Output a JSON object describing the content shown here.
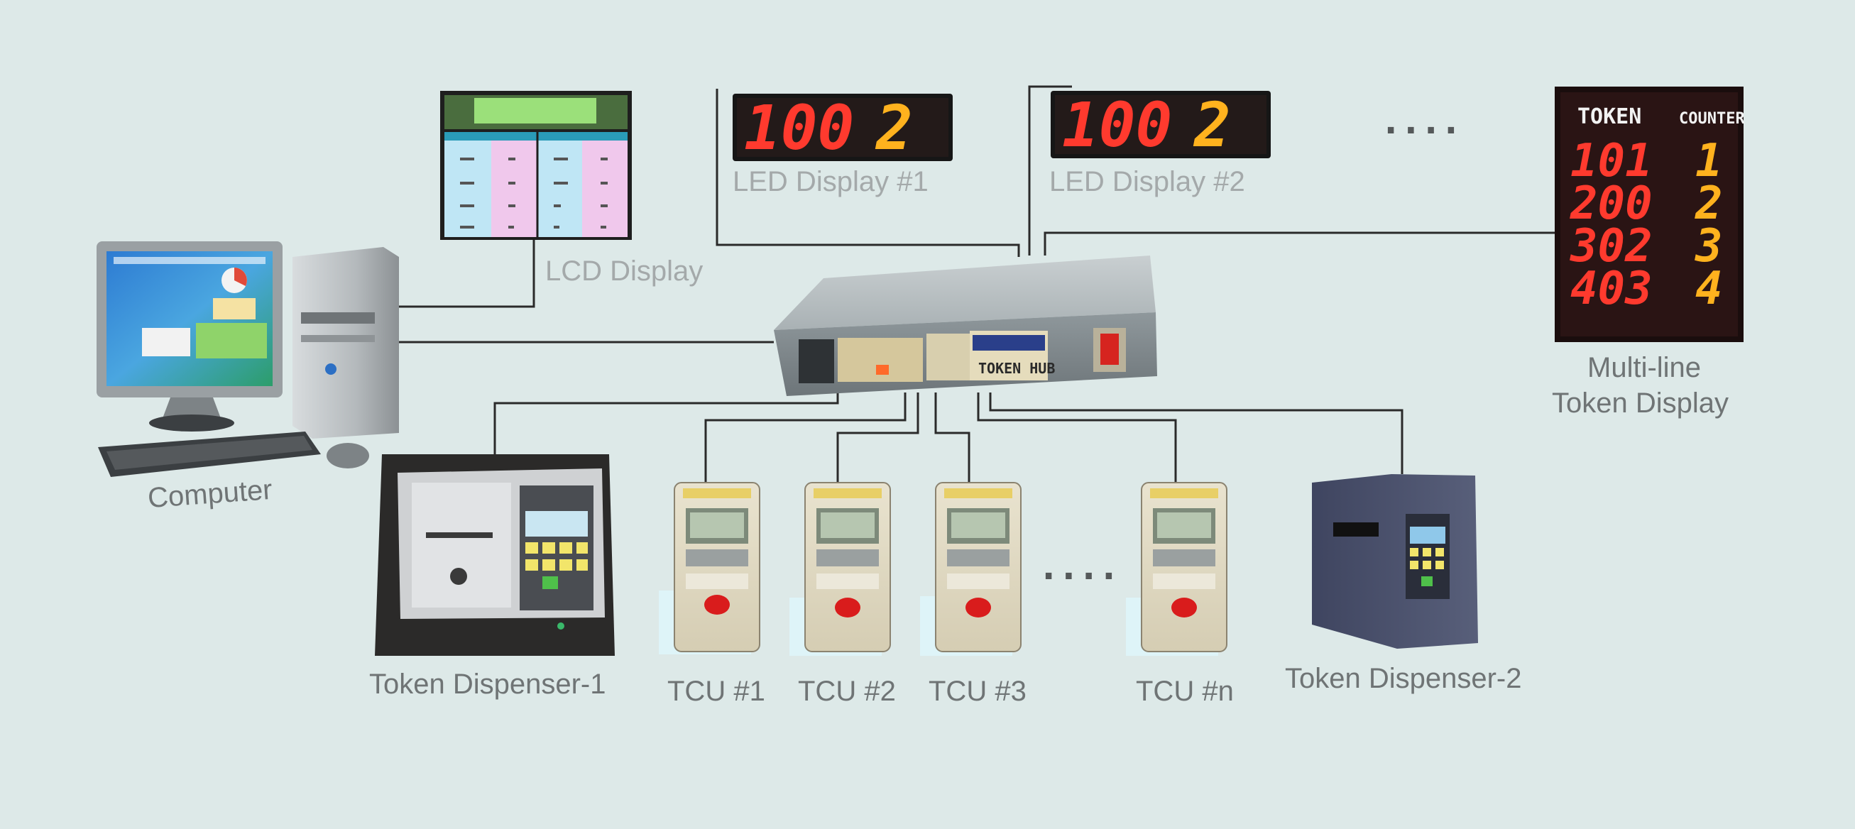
{
  "labels": {
    "computer": "Computer",
    "lcd_display": "LCD Display",
    "led_display_1": "LED Display #1",
    "led_display_2": "LED Display #2",
    "multiline_line1": "Multi-line",
    "multiline_line2": "Token Display",
    "token_dispenser_1": "Token Dispenser-1",
    "token_dispenser_2": "Token Dispenser-2",
    "tcu_1": "TCU #1",
    "tcu_2": "TCU #2",
    "tcu_3": "TCU #3",
    "tcu_n": "TCU #n"
  },
  "ellipsis": "....",
  "led_display": {
    "token": "100",
    "counter": "2"
  },
  "token_hub": {
    "label": "TOKEN HUB"
  },
  "multiline_display": {
    "header_token": "TOKEN",
    "header_counter": "COUNTER",
    "rows": [
      {
        "token": "101",
        "counter": "1"
      },
      {
        "token": "200",
        "counter": "2"
      },
      {
        "token": "302",
        "counter": "3"
      },
      {
        "token": "403",
        "counter": "4"
      }
    ]
  },
  "colors": {
    "background": "#dde9e8",
    "led_red": "#ff3a2e",
    "led_amber": "#ffb21e",
    "connector_line": "#2a2a2a"
  }
}
